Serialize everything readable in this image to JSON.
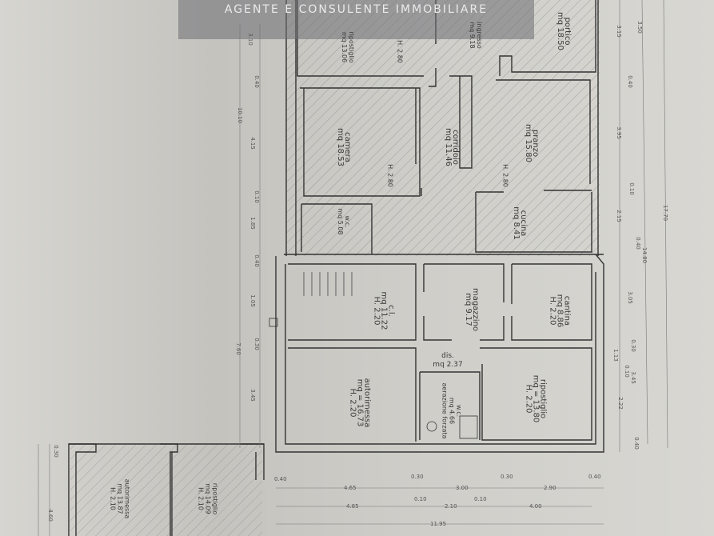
{
  "watermark": "AGENTE E CONSULENTE IMMOBILIARE",
  "ground_floor": {
    "rooms": [
      {
        "name": "portico",
        "area": "mq 18.50"
      },
      {
        "name": "ingresso",
        "area": "mq 9.18"
      },
      {
        "name": "ripostiglio",
        "area": "mq 13.06"
      },
      {
        "name": "pranzo",
        "area": "mq 15.80"
      },
      {
        "name": "corridoio",
        "area": "mq 11.46"
      },
      {
        "name": "camera",
        "area": "mq 18.53"
      },
      {
        "name": "cucina",
        "area": "mq 8.41"
      },
      {
        "name": "w.c.",
        "area": "mq 5.08"
      }
    ],
    "heights": [
      "H. 2.80",
      "H. 2.80",
      "H. 2.80"
    ]
  },
  "basement": {
    "rooms": [
      {
        "name": "cantina",
        "area": "mq 8.86",
        "height": "H. 2.20"
      },
      {
        "name": "magazzino",
        "area": "mq 9.17",
        "height": ""
      },
      {
        "name": "c.l.",
        "area": "mq 11.22",
        "height": "H. 2.20"
      },
      {
        "name": "dis.",
        "area": "mq 2.37",
        "height": ""
      },
      {
        "name": "ripostiglio",
        "area": "mq = 13.80",
        "height": "H. 2.20"
      },
      {
        "name": "w.c.",
        "area": "mq 4.66",
        "height": "aerazione forzata"
      },
      {
        "name": "autorimessa",
        "area": "mq = 16.73",
        "height": "H. 2.20"
      }
    ]
  },
  "outbuildings": [
    {
      "name": "ripostiglio",
      "area": "mq 14.09",
      "height": "H. 2.10"
    },
    {
      "name": "autorimessa",
      "area": "mq 13.87",
      "height": "H. 2.10"
    }
  ],
  "dimensions": {
    "right_outer": [
      "17.70",
      "14.80"
    ],
    "right_inner": [
      "3.50",
      "3.15",
      "0.40",
      "3.95",
      "0.10",
      "2.15",
      "0.40",
      "3.05",
      "0.30",
      "1.13",
      "0.10",
      "3.45",
      "2.22",
      "0.40"
    ],
    "left": [
      "3.10",
      "0.40",
      "10.10",
      "4.15",
      "0.10",
      "1.85",
      "0.40",
      "1.05",
      "0.30",
      "7.60",
      "3.45"
    ],
    "bottom_row1": [
      "0.40",
      "4.65",
      "0.30",
      "3.00",
      "0.30",
      "2.90",
      "0.40"
    ],
    "bottom_row2": [
      "4.85",
      "0.10",
      "2.10",
      "0.10",
      "4.00"
    ],
    "bottom_total": "11.95",
    "outbuilding": [
      "0.30",
      "4.60"
    ]
  }
}
